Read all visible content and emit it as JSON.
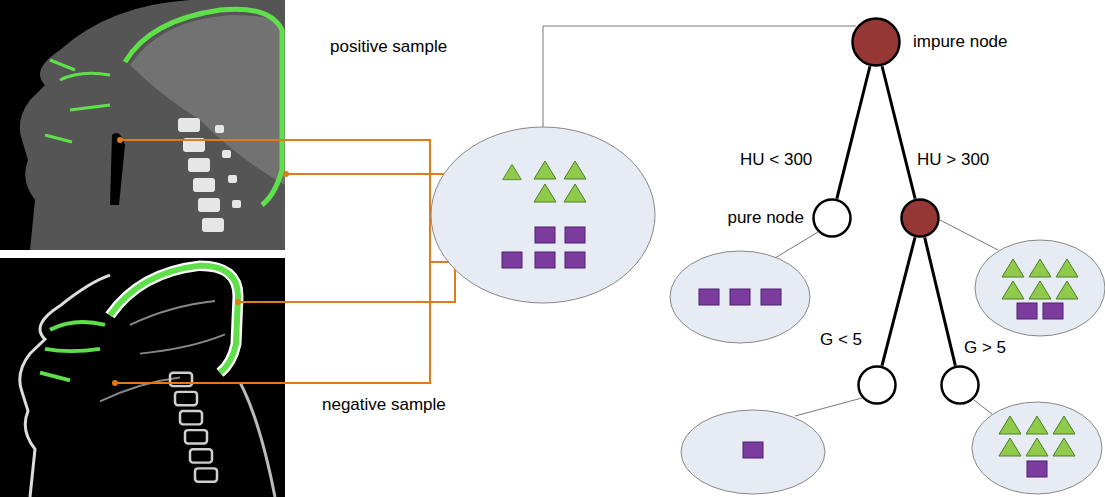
{
  "diagram": {
    "nodes": [
      {
        "text": [
          "impure node"
        ]
      },
      {
        "text": [
          "pure node"
        ]
      },
      {
        "text": []
      },
      {
        "text": []
      },
      {
        "text": []
      }
    ],
    "edges": [
      {
        "from": 0,
        "to": 1,
        "arrow": "none",
        "label": "HU < 300"
      },
      {
        "from": 0,
        "to": 2,
        "arrow": "none",
        "label": "HU > 300"
      },
      {
        "from": 2,
        "to": 3,
        "arrow": "none",
        "label": "G < 5"
      },
      {
        "from": 2,
        "to": 4,
        "arrow": "none",
        "label": "G > 5"
      }
    ],
    "labels": [
      "positive sample",
      "negative sample"
    ]
  }
}
